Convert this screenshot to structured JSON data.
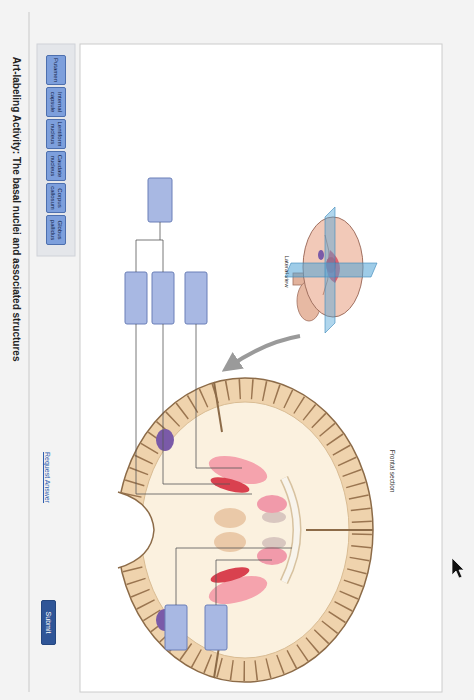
{
  "diagram": {
    "title": "Art-labeling Activity: The basal nuclei and associated structures",
    "nodes": [
      {
        "text": [
          "Putamen"
        ]
      },
      {
        "text": [
          "Internal capsule"
        ]
      },
      {
        "text": [
          "Lentiform nucleus"
        ]
      },
      {
        "text": [
          "Caudate nucleus"
        ]
      },
      {
        "text": [
          "Corpus callosum"
        ]
      },
      {
        "text": [
          "Globus pallidus"
        ]
      },
      {
        "text": [
          "Submit"
        ]
      }
    ],
    "labels": [
      "Lateral view",
      "Frontal section",
      "Request Answer"
    ]
  }
}
